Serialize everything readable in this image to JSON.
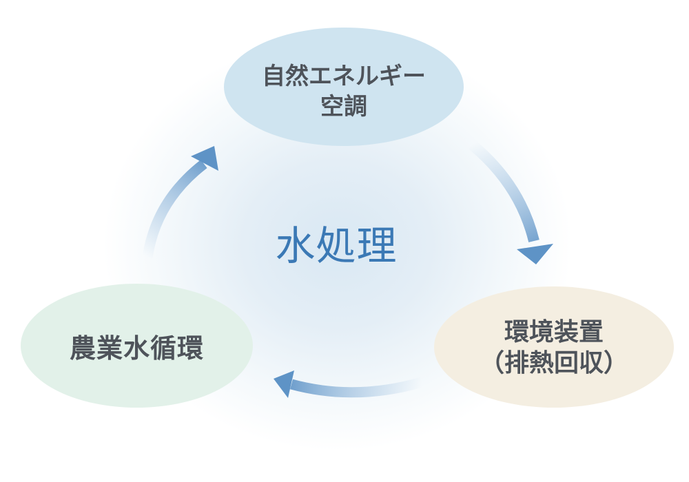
{
  "diagram": {
    "center": {
      "label": "水処理",
      "text_color": "#3b79b5"
    },
    "nodes": [
      {
        "name": "natural-energy-hvac",
        "lines": [
          "自然エネルギー",
          "空調"
        ],
        "fill": "#cfe4f0"
      },
      {
        "name": "environmental-equipment-heat-recovery",
        "lines": [
          "環境装置",
          "（排熱回収）"
        ],
        "fill": "#f4eee1"
      },
      {
        "name": "agricultural-water-cycle",
        "lines": [
          "農業水循環"
        ],
        "fill": "#e2f1e9"
      }
    ],
    "arrows": [
      {
        "name": "top-to-bottom-right",
        "direction": "clockwise"
      },
      {
        "name": "bottom-right-to-bottom-left",
        "direction": "clockwise"
      },
      {
        "name": "bottom-left-to-top",
        "direction": "clockwise"
      }
    ],
    "colors": {
      "arrow_blue": "#5e93c6",
      "label_text": "#4e535a",
      "background_glow": "#d9e8f3",
      "background": "#ffffff"
    }
  }
}
